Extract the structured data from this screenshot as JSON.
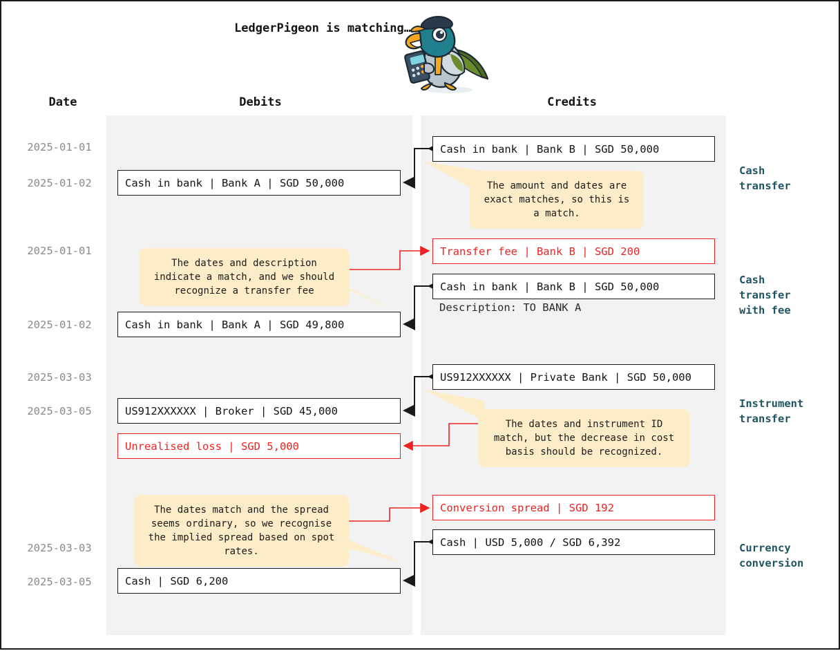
{
  "header": {
    "title": "LedgerPigeon is\nmatching…",
    "mascot_alt": "pigeon-accountant-mascot"
  },
  "columns": {
    "date": "Date",
    "debits": "Debits",
    "credits": "Credits"
  },
  "groups": [
    {
      "label": "Cash\ntransfer",
      "dates": [
        "2025-01-01",
        "2025-01-02"
      ],
      "debits": [
        {
          "text": "Cash in bank | Bank A | SGD 50,000",
          "adjust": false
        }
      ],
      "credits": [
        {
          "text": "Cash in bank | Bank B | SGD 50,000",
          "adjust": false
        }
      ],
      "callout": "The amount and dates are\nexact matches, so this is\na match."
    },
    {
      "label": "Cash\ntransfer\nwith fee",
      "dates": [
        "2025-01-01",
        "2025-01-02"
      ],
      "debits": [
        {
          "text": "Cash in bank | Bank A | SGD 49,800",
          "adjust": false
        }
      ],
      "credits": [
        {
          "text": "Transfer fee | Bank B | SGD 200",
          "adjust": true
        },
        {
          "text": "Cash in bank | Bank B | SGD 50,000",
          "adjust": false
        }
      ],
      "description": "Description: TO BANK A",
      "callout": "The dates and description\nindicate a match, and we should\nrecognize a transfer fee"
    },
    {
      "label": "Instrument\ntransfer",
      "dates": [
        "2025-03-03",
        "2025-03-05"
      ],
      "debits": [
        {
          "text": "US912XXXXXX | Broker | SGD 45,000",
          "adjust": false
        },
        {
          "text": "Unrealised loss | SGD 5,000",
          "adjust": true
        }
      ],
      "credits": [
        {
          "text": "US912XXXXXX | Private Bank | SGD 50,000",
          "adjust": false
        }
      ],
      "callout": "The dates and instrument ID\nmatch, but the decrease in cost\nbasis should be recognized."
    },
    {
      "label": "Currency\nconversion",
      "dates": [
        "2025-03-03",
        "2025-03-05"
      ],
      "debits": [
        {
          "text": "Cash | SGD 6,200",
          "adjust": false
        }
      ],
      "credits": [
        {
          "text": "Conversion spread | SGD 192",
          "adjust": true
        },
        {
          "text": "Cash | USD 5,000 / SGD 6,392",
          "adjust": false
        }
      ],
      "callout": "The dates match and the spread\nseems ordinary, so we recognise\nthe implied spread based on spot\nrates."
    }
  ],
  "colors": {
    "panel": "#f2f2f2",
    "adjustment": "#ee2222",
    "label": "#1f5562",
    "callout": "#fdecc8",
    "date_text": "#8a8a8a"
  }
}
